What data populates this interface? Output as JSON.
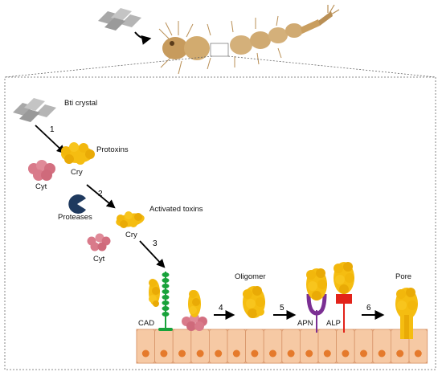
{
  "labels": {
    "bti_crystal": "Bti crystal",
    "protoxins": "Protoxins",
    "cry1": "Cry",
    "cyt1": "Cyt",
    "proteases": "Proteases",
    "activated_toxins": "Activated toxins",
    "cry2": "Cry",
    "cyt2": "Cyt",
    "oligomer": "Oligomer",
    "pore": "Pore",
    "cad": "CAD",
    "apn": "APN",
    "alp": "ALP"
  },
  "steps": [
    "1",
    "2",
    "3",
    "4",
    "5",
    "6"
  ],
  "colors": {
    "cry_toxin": "#f5bd11",
    "cry_dark": "#e0a408",
    "cyt_toxin": "#d97a8a",
    "protease": "#1f3a5f",
    "cad_receptor": "#18a23a",
    "apn_receptor": "#7b2f93",
    "alp_receptor": "#e2231a",
    "epithelium": "#f6c9a4",
    "epithelium_border": "#d8956a",
    "nucleus": "#e57a2c",
    "larva_body": "#c9a46a",
    "crystal": "#b0b0b0"
  }
}
